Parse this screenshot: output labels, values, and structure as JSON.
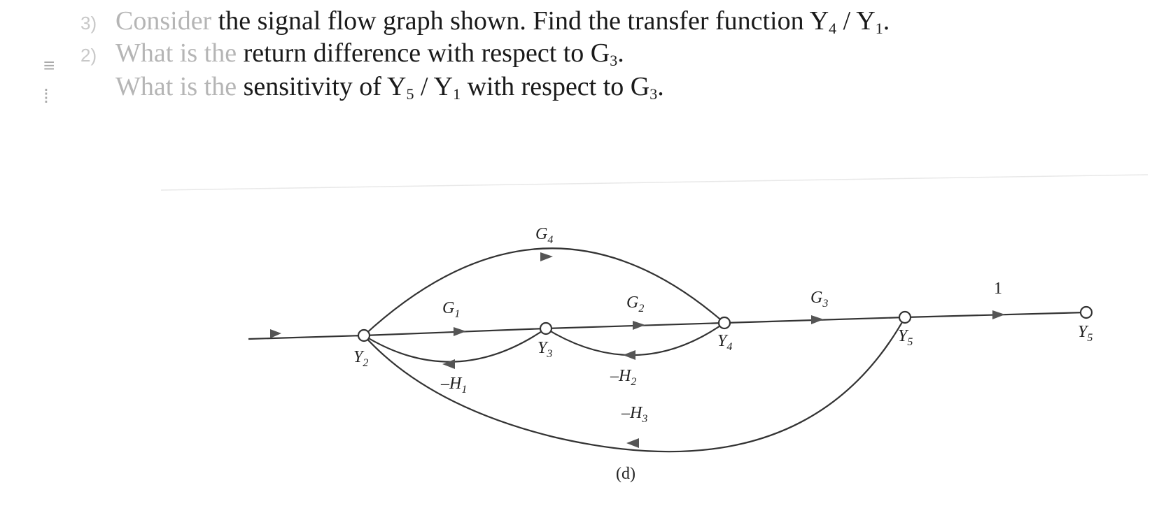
{
  "questions": [
    {
      "number": "3)",
      "text_faded": "Consider",
      "text": " the signal flow graph shown. Find the transfer function Y",
      "sub1": "4",
      "mid": " / Y",
      "sub2": "1",
      "end": "."
    },
    {
      "number": "2)",
      "text_faded": "What is the",
      "text": " return difference with respect to  G",
      "sub1": "3",
      "end": "."
    },
    {
      "number": "",
      "text_faded": "What is the",
      "text": " sensitivity of  Y",
      "sub1": "5",
      "mid": " / Y",
      "sub2": "1",
      "mid2": " with respect to  G",
      "sub3": "3",
      "end": "."
    }
  ],
  "diagram": {
    "nodes": [
      "Y2",
      "Y3",
      "Y4",
      "Y5",
      "Y5"
    ],
    "node_labels": {
      "y2": "Y",
      "y2_sub": "2",
      "y3": "Y",
      "y3_sub": "3",
      "y4": "Y",
      "y4_sub": "4",
      "y5": "Y",
      "y5_sub": "5",
      "y5out": "Y",
      "y5out_sub": "5"
    },
    "branch_labels": {
      "g1": "G",
      "g1_sub": "1",
      "g2": "G",
      "g2_sub": "2",
      "g3": "G",
      "g3_sub": "3",
      "g4": "G",
      "g4_sub": "4",
      "one": "1",
      "h1": "–H",
      "h1_sub": "1",
      "h2": "–H",
      "h2_sub": "2",
      "h3": "–H",
      "h3_sub": "3"
    },
    "caption": "(d)"
  }
}
